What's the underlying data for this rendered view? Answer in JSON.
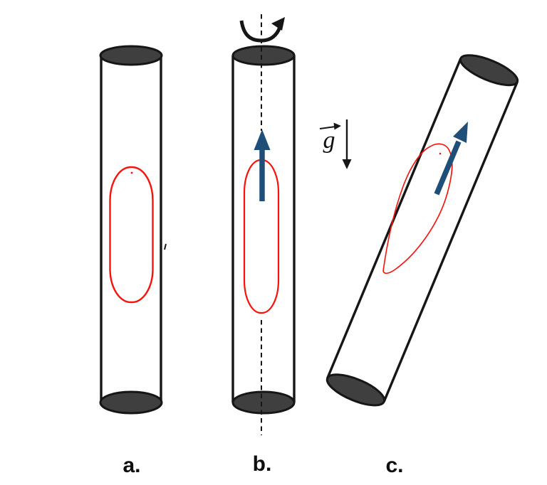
{
  "colors": {
    "outline": "#161616",
    "cap_fill": "#3f3f3f",
    "red": "#f8120b",
    "blue": "#1f4e79",
    "label": "#0f0f0f"
  },
  "labels": {
    "panel_a": "a.",
    "panel_b": "b.",
    "panel_c": "c.",
    "gravity": "g"
  }
}
